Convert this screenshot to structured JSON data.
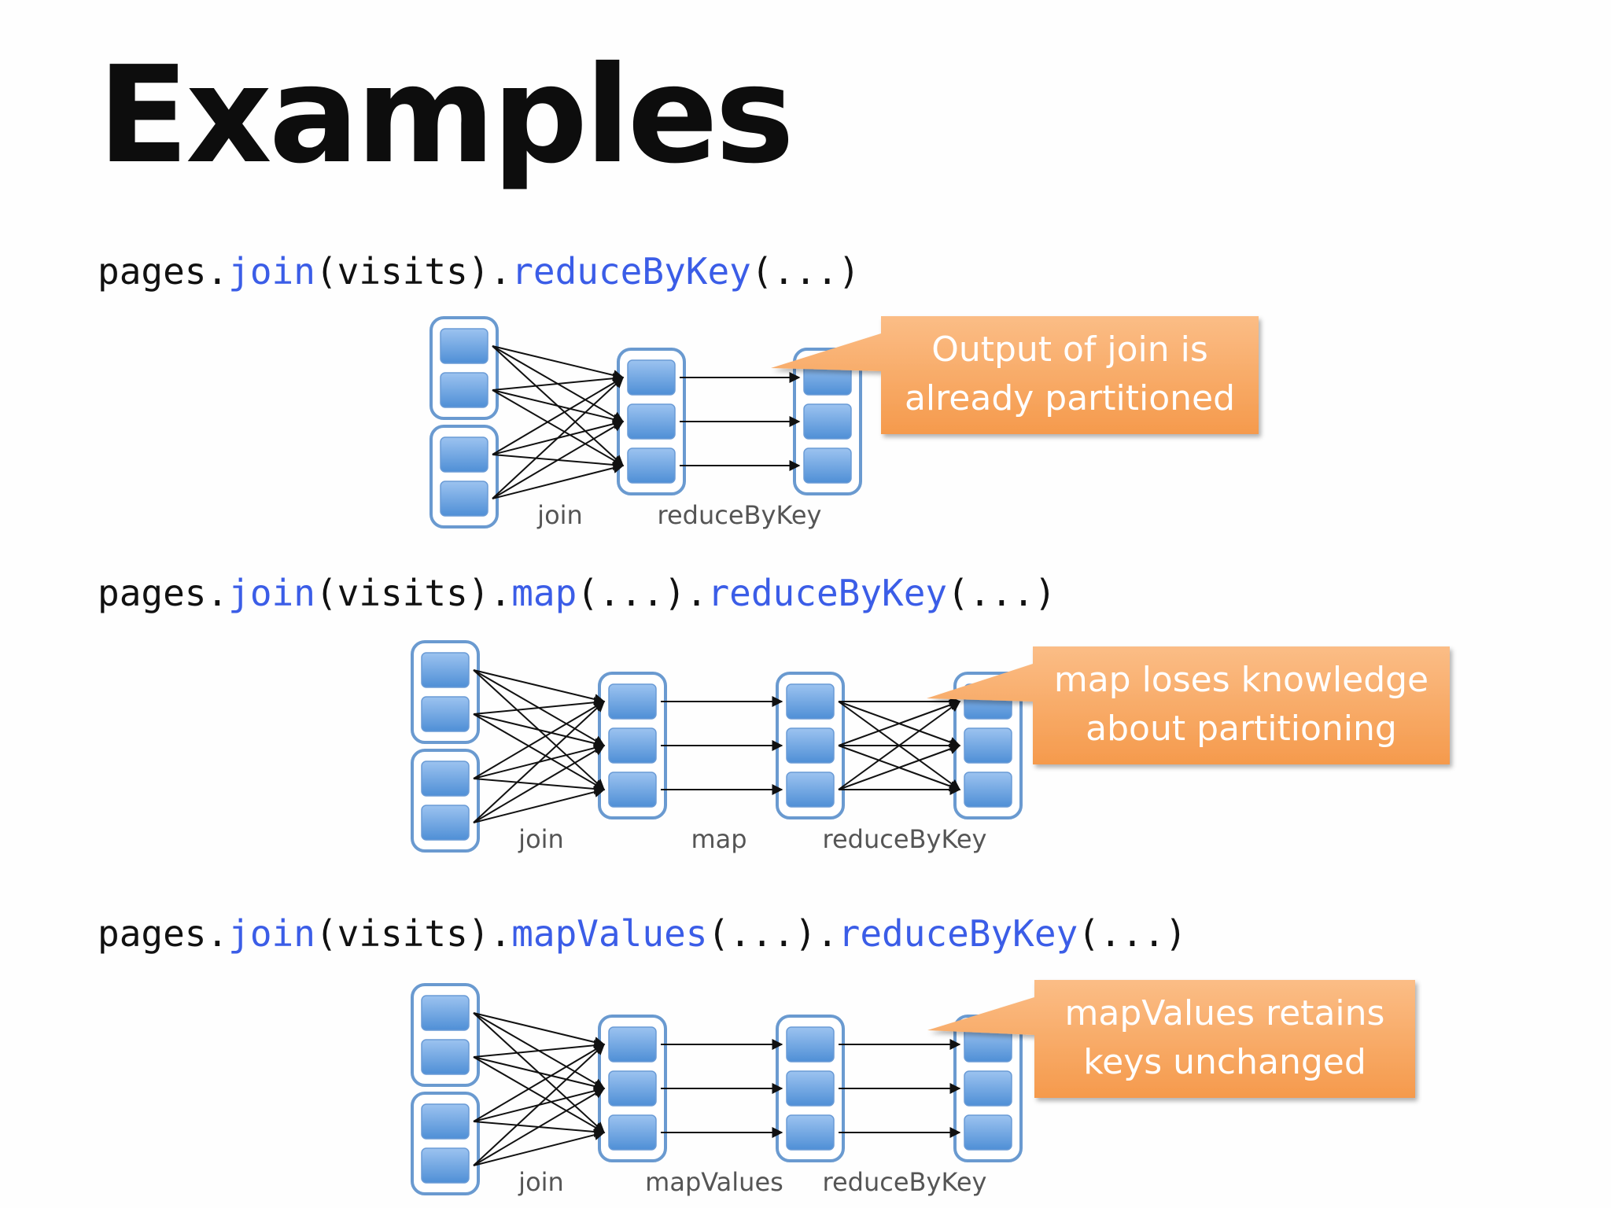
{
  "title": "Examples",
  "colors": {
    "keyword": "#3b5de7",
    "partition_fill_top": "#9cc3f0",
    "partition_fill_bottom": "#4f8fd6",
    "partition_border": "#6a9ad0",
    "callout_top": "#fbbd86",
    "callout_bottom": "#f59a4c"
  },
  "examples": [
    {
      "code": [
        {
          "text": "pages.",
          "kw": false
        },
        {
          "text": "join",
          "kw": true
        },
        {
          "text": "(visits).",
          "kw": false
        },
        {
          "text": "reduceByKey",
          "kw": true
        },
        {
          "text": "(...)",
          "kw": false
        }
      ],
      "stage_labels": [
        "join",
        "reduceByKey"
      ],
      "callout": [
        "Output of join is",
        "already partitioned"
      ]
    },
    {
      "code": [
        {
          "text": "pages.",
          "kw": false
        },
        {
          "text": "join",
          "kw": true
        },
        {
          "text": "(visits).",
          "kw": false
        },
        {
          "text": "map",
          "kw": true
        },
        {
          "text": "(...).",
          "kw": false
        },
        {
          "text": "reduceByKey",
          "kw": true
        },
        {
          "text": "(...)",
          "kw": false
        }
      ],
      "stage_labels": [
        "join",
        "map",
        "reduceByKey"
      ],
      "callout": [
        "map loses knowledge",
        "about partitioning"
      ]
    },
    {
      "code": [
        {
          "text": "pages.",
          "kw": false
        },
        {
          "text": "join",
          "kw": true
        },
        {
          "text": "(visits).",
          "kw": false
        },
        {
          "text": "mapValues",
          "kw": true
        },
        {
          "text": "(...).",
          "kw": false
        },
        {
          "text": "reduceByKey",
          "kw": true
        },
        {
          "text": "(...)",
          "kw": false
        }
      ],
      "stage_labels": [
        "join",
        "mapValues",
        "reduceByKey"
      ],
      "callout": [
        "mapValues retains",
        "keys unchanged"
      ]
    }
  ]
}
